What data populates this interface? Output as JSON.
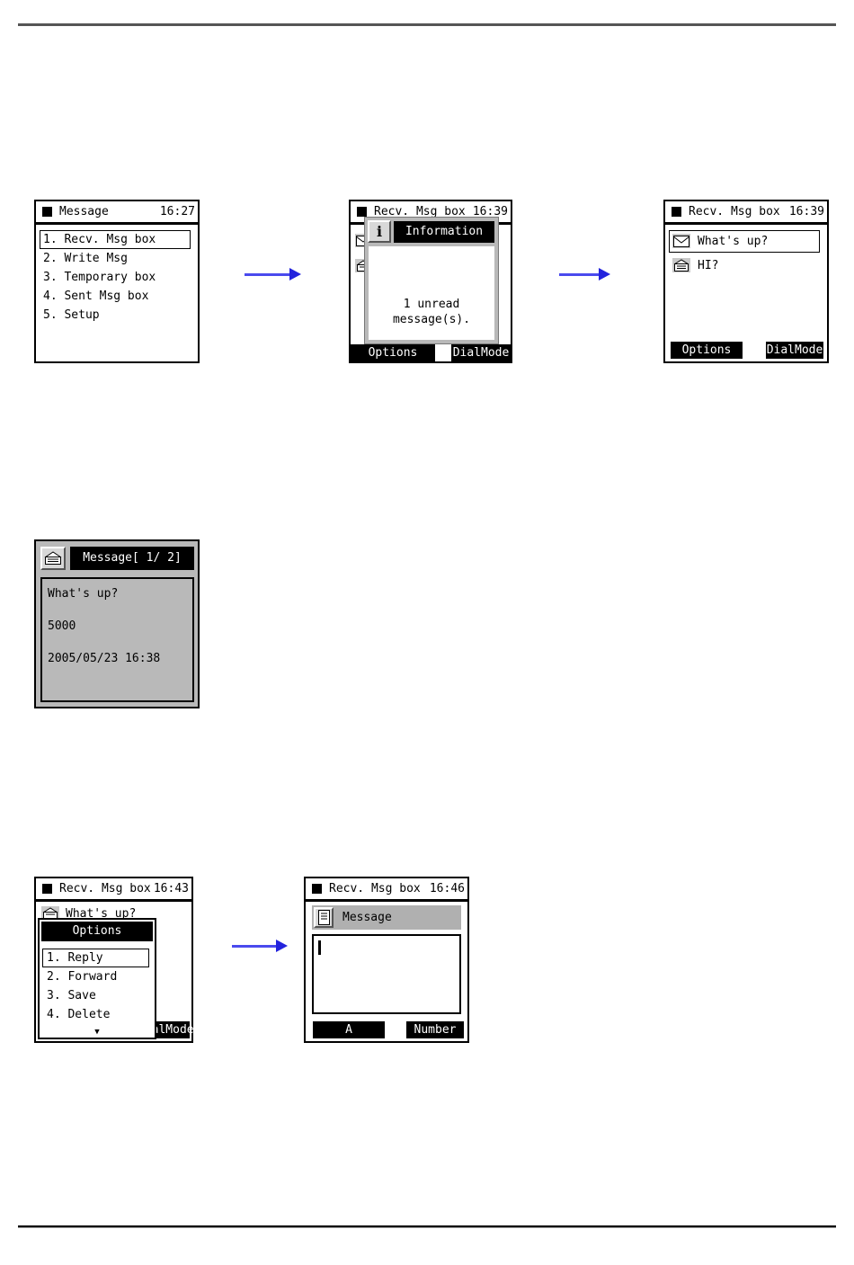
{
  "page": {
    "background": "#ffffff",
    "top_rule_color": "#555555",
    "bottom_rule_color": "#000000",
    "arrow_color": "#3a3aee"
  },
  "icons": {
    "title_marker": "black-square",
    "unread": "envelope-closed",
    "read": "envelope-open",
    "info": "i",
    "compose_header": "document"
  },
  "screens": {
    "main_menu": {
      "title": "Message",
      "time": "16:27",
      "items": [
        {
          "label": "1. Recv. Msg box",
          "selected": true
        },
        {
          "label": "2. Write Msg",
          "selected": false
        },
        {
          "label": "3. Temporary box",
          "selected": false
        },
        {
          "label": "4. Sent Msg box",
          "selected": false
        },
        {
          "label": "5. Setup",
          "selected": false
        }
      ]
    },
    "info_dialog": {
      "title": "Recv. Msg box",
      "time": "16:39",
      "dialog_icon_label": "i",
      "dialog_title": "Information",
      "body_line1": "1 unread",
      "body_line2": "message(s).",
      "softkey_left": "Options",
      "softkey_right": "DialMode"
    },
    "inbox": {
      "title": "Recv. Msg box",
      "time": "16:39",
      "items": [
        {
          "label": "What's up?",
          "state": "unread",
          "selected": true
        },
        {
          "label": "HI?",
          "state": "read",
          "selected": false
        }
      ],
      "softkey_left": "Options",
      "softkey_right": "DialMode"
    },
    "message_view": {
      "header": "Message[ 1/ 2]",
      "line1": "What's up?",
      "line2": "5000",
      "line3": "2005/05/23 16:38"
    },
    "options_menu": {
      "title": "Recv. Msg box",
      "time": "16:43",
      "behind_item": "What's up?",
      "menu_title": "Options",
      "items": [
        {
          "label": "1. Reply",
          "selected": true
        },
        {
          "label": "2. Forward",
          "selected": false
        },
        {
          "label": "3. Save",
          "selected": false
        },
        {
          "label": "4. Delete",
          "selected": false
        }
      ],
      "more_indicator": "▼",
      "softkey_right": "DialMode"
    },
    "compose": {
      "title": "Recv. Msg box",
      "time": "16:46",
      "header": "Message",
      "softkey_left": "A",
      "softkey_right": "Number"
    }
  }
}
